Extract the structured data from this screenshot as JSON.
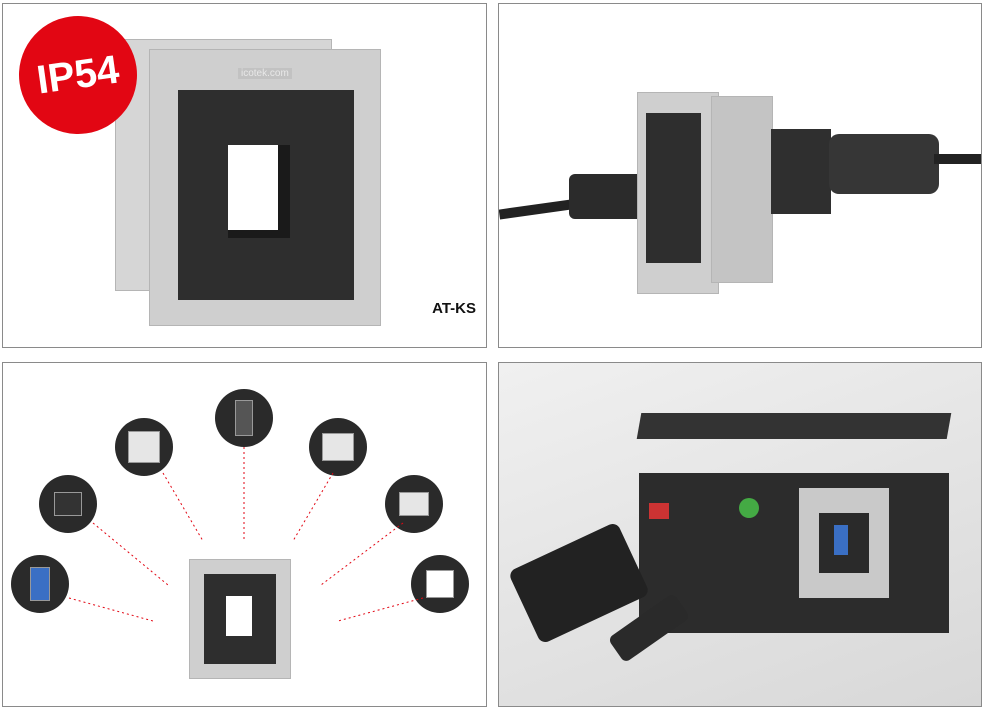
{
  "panels": [
    {
      "badge": "IP54",
      "model": "AT-KS",
      "logo": "icotek.com"
    },
    {
      "subject": "usb-passthrough"
    },
    {
      "subject": "connector-options"
    },
    {
      "subject": "installed-frame"
    }
  ],
  "colors": {
    "accent": "#e20613",
    "frame": "#cfcfcf",
    "insert": "#2e2e2e"
  }
}
